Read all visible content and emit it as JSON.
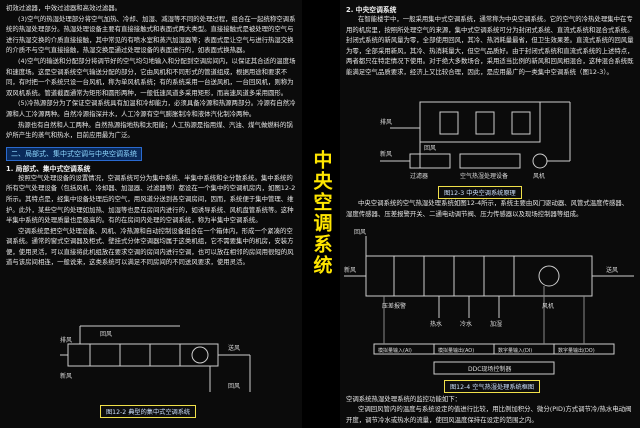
{
  "left_page": {
    "paragraphs_top": [
      "初效过滤器，中效过滤器和高效过滤器。",
      "(3)空气的热湿处理部分将空气加热、冷却、加湿、减湿等不同的处理过程，组合在一起统称空调系统的热湿处理部分。热湿处理设备主要有直接接触式和表面式两大类型。直接接触式是被处理的空气与进行热湿交换的介质直接接触，其中常见的有喷水室和蒸汽加湿器等；表面式是让空气与进行热湿交换的介质不与空气直接接触，热湿交换是通过处理设备的表面进行的，如表面式换热器。",
      "(4)空气的输送和分配部分将调节好的空气均匀地输入和分配到空调房间内，以保证其合适的温度场和速度场。这是空调系统空气输送分配的部分，它由风机和不同形式的管道组成，根据用途和要求不同，有时把一个系统只设一台风机，称为单风机系统；有的系统采用一台送风机，一台回风机，则称为双风机系统。管道截面通常为矩形和圆形两种，一般低速风道多采用矩形，而高速风道多采用圆形。",
      "(5)冷热源部分为了保证空调系统具有加温和冷却能力，必须具备冷源和热源两部分。冷源有自然冷源和人工冷源两种。自然冷源指深井水，人工冷源有空气膨胀制冷和液体汽化制冷两种。",
      "热源也有自然和人工两种。自然热源指地热和太阳能；人工热源是指用煤、汽油、煤气做燃料的锅炉所产生的蒸气和热水，目前应用最为广泛。"
    ],
    "section_heading": "二、局部式、集中式空调与中央空调系统",
    "subheading": "1. 局部式、集中式空调系统",
    "paragraphs_bottom": [
      "按照空气处理设备的设置情况，空调系统可分为集中系统、半集中系统和全分散系统。集中系统的所有空气处理设备（包括风机、冷却器、加湿器、过滤器等）都设在一个集中的空调机房内，如图12-2所示。其特点是，经集中设备处理后的空气，用风道分送到各空调房间，因而，系统便于集中管理、维护。此外，某些空气的处理如加热、加湿等也是在房间内进行的，如诱导系统、风机盘管系统等。这种半集中系统的处理质量也是极高的。有的在房间内处理的空调系统，称为半集中空调系统。",
      "空调系统是把空气处理设备、风机、冷热源和自动控制设备组合在一个箱体内，形成一个紧凑的空调系统。通常的窗式空调器及柜式、壁挂式分体空调器均属于这类机组，它不需要集中的机房，安装方便，使用灵活，可以直接将此机组放在要求空调的房间内进行空调，也可以放在相邻的房间用很短的风道与该房间相连，一般说来，这类系统可以满足不同房间的不同送风要求，使用灵活。"
    ],
    "figure_caption": "图12-2 典型的集中式空调系统",
    "figure_labels": {
      "return_air": "回风",
      "supply_air": "送风",
      "fresh_air": "新风",
      "exhaust_air": "排风",
      "return_air2": "回风"
    }
  },
  "spine_title": "中央空调系统",
  "right_page": {
    "subheading_top": "2. 中央空调系统",
    "paragraphs_top": [
      "在智能楼宇中，一般采用集中式空调系统，通常称为中央空调系统。它的空气的冷热处理集中在专用的机房里，按照所处理空气的来源，集中式空调系统可分为封闭式系统、直流式系统和混合式系统。封闭式系统的新风量为零，全部使用回风，其冷、热消耗量最省，但卫生效果差。直流式系统的回风量为零，全部采用新风，其冷、热消耗量大，但空气品质好。由于封闭式系统和直流式系统的上述特点，两者都只在特定情况下使用。对于绝大多数场合，采用适当比例的新风和回风相混合，这种混合系统既能满足空气品质要求，经济上又比较合理，因此，是应用最广的一类集中空调系统（图12-3）。"
    ],
    "figure3_caption": "图12-3 中央空调系统原理",
    "figure3_labels": {
      "exhaust": "排风",
      "fresh": "新风",
      "return": "回风",
      "filter": "过滤器",
      "ahu": "空气热湿处理设备",
      "fan": "风机"
    },
    "paragraph_mid": "中央空调系统的空气热湿处理系统如图12-4所示，系统主要由风门驱动器、风管式温度传感器、湿度传感器、压差报警开关、二通电动调节阀、压力传感器以及现场控制器等组成。",
    "figure4_caption": "图12-4 空气热湿处理系统框图",
    "figure4_labels": {
      "return": "回风",
      "fresh": "新风",
      "supply": "送风",
      "filter_alarm": "压差报警",
      "hot_water": "热水",
      "cold_water": "冷水",
      "humidifier": "加湿",
      "fan": "风机",
      "ddc": "DDC现场控制器",
      "io": [
        "模拟量输入(AI)",
        "模拟量输出(AO)",
        "数字量输入(DI)",
        "数字量输出(DO)"
      ]
    },
    "paragraph_bottom": [
      "空调系统热湿处理系统的监控功能如下：",
      "空调回风管内的温度与系统设定的值进行比较，用比例加积分、微分(PID)方式调节冷/热水电动阀开度，调节冷水或热水的流量，使回风温度保持在设定的范围之内。"
    ]
  }
}
